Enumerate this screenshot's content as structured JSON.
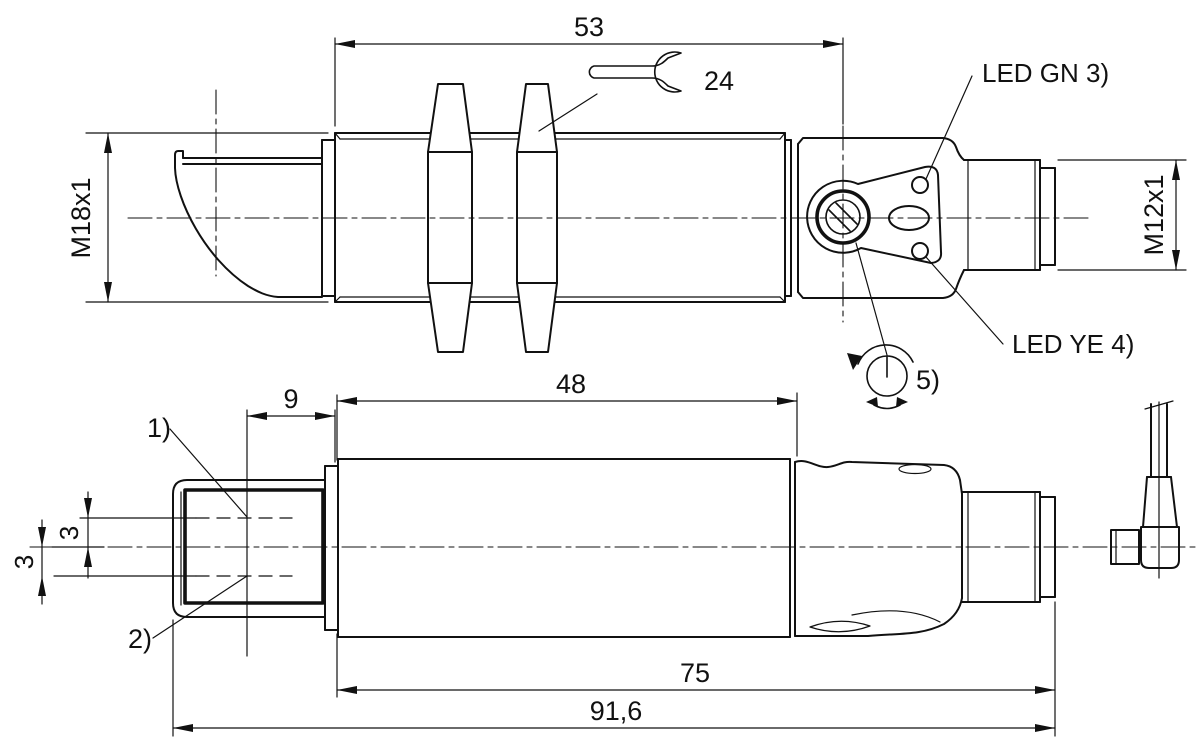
{
  "drawing": {
    "background": "#ffffff",
    "line_color": "#111111",
    "labels": {
      "dim_53": "53",
      "wrench_af": "24",
      "led_gn": "LED GN 3)",
      "led_ye": "LED YE 4)",
      "adjuster": "5)",
      "thread_front": "M18x1",
      "thread_rear": "M12x1",
      "dim_9": "9",
      "dim_48": "48",
      "dim_75": "75",
      "dim_91_6": "91,6",
      "ref_1": "1)",
      "ref_2": "2)",
      "dim_3_upper": "3",
      "dim_3_lower": "3"
    }
  }
}
